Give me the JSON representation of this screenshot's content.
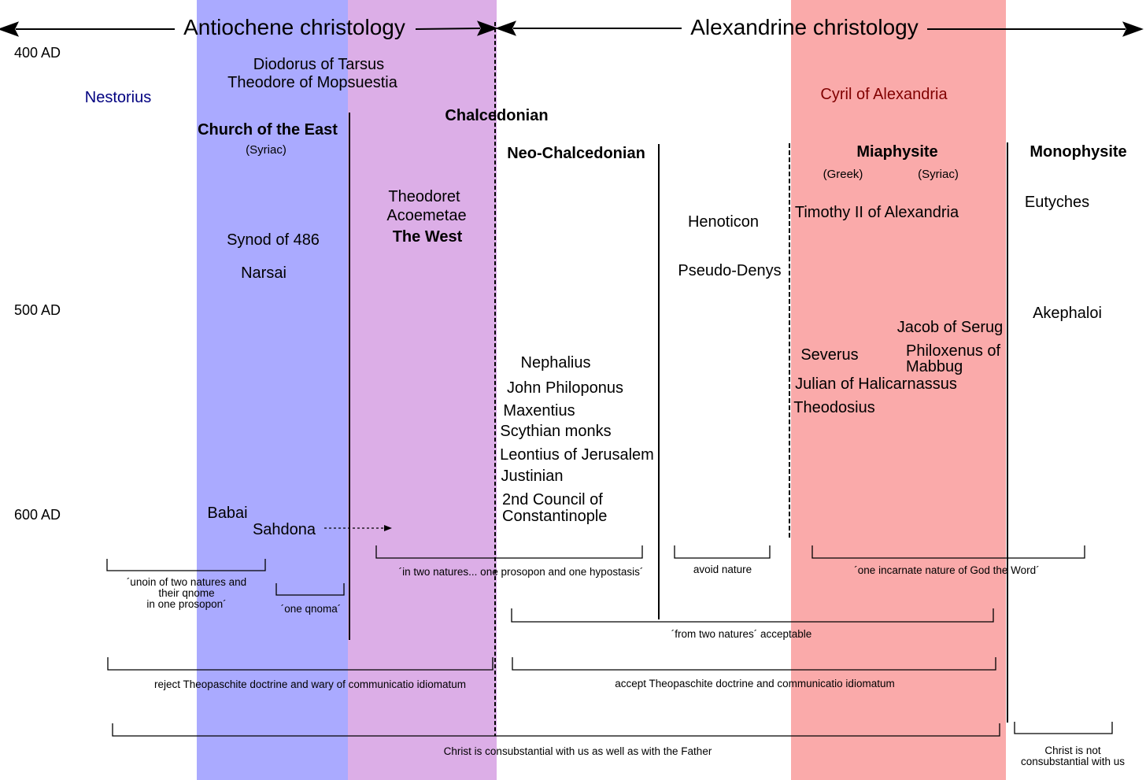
{
  "bands": {
    "antiochene_color": "#aaaaff",
    "chalcedonian_west_color": "#dcaee7",
    "miaphysite_color": "#faaaaa"
  },
  "headers": {
    "antiochene": "Antiochene christology",
    "alexandrine": "Alexandrine christology"
  },
  "years": {
    "y400": "400 AD",
    "y500": "500 AD",
    "y600": "600 AD"
  },
  "groups": {
    "church_of_east": "Church of the East",
    "church_of_east_lang": "(Syriac)",
    "chalcedonian": "Chalcedonian",
    "neo_chalcedonian": "Neo-Chalcedonian",
    "miaphysite": "Miaphysite",
    "miaphysite_greek": "(Greek)",
    "miaphysite_syriac": "(Syriac)",
    "monophysite": "Monophysite",
    "the_west": "The West"
  },
  "people": {
    "nestorius": "Nestorius",
    "nestorius_color": "#000080",
    "diodorus": "Diodorus of Tarsus",
    "theodore": "Theodore of Mopsuestia",
    "cyril": "Cyril of Alexandria",
    "cyril_color": "#800000",
    "theodoret": "Theodoret",
    "acoemetae": "Acoemetae",
    "synod486": "Synod of 486",
    "narsai": "Narsai",
    "babai": "Babai",
    "sahdona": "Sahdona",
    "henoticon": "Henoticon",
    "pseudo_denys": "Pseudo-Denys",
    "timothy": "Timothy II of Alexandria",
    "eutyches": "Eutyches",
    "akephaloi": "Akephaloi",
    "jacob": "Jacob of Serug",
    "severus": "Severus",
    "philoxenus_1": "Philoxenus of",
    "philoxenus_2": "Mabbug",
    "julian": "Julian of Halicarnassus",
    "theodosius": "Theodosius",
    "nephalius": "Nephalius",
    "philoponus": "John Philoponus",
    "maxentius": "Maxentius",
    "scythian": "Scythian monks",
    "leontius": "Leontius of Jerusalem",
    "justinian": "Justinian",
    "council_1": "2nd Council of",
    "council_2": "Constantinople"
  },
  "formulas": {
    "union_1": "´unoin of two natures and",
    "union_2": "their qnome",
    "union_3": "in one prosopon´",
    "one_qnoma": "´one qnoma´",
    "two_natures": "´in two natures... one prosopon and one hypostasis´",
    "avoid_nature": "avoid nature",
    "one_nature": "´one incarnate nature of God the Word´",
    "from_two": "´from two natures´ acceptable",
    "reject_theo": "reject Theopaschite doctrine and wary of communicatio idiomatum",
    "accept_theo": "accept Theopaschite doctrine and communicatio idiomatum",
    "consubstantial": "Christ is consubstantial with us as well as with the Father",
    "not_consub_1": "Christ is not",
    "not_consub_2": "consubstantial with us"
  }
}
